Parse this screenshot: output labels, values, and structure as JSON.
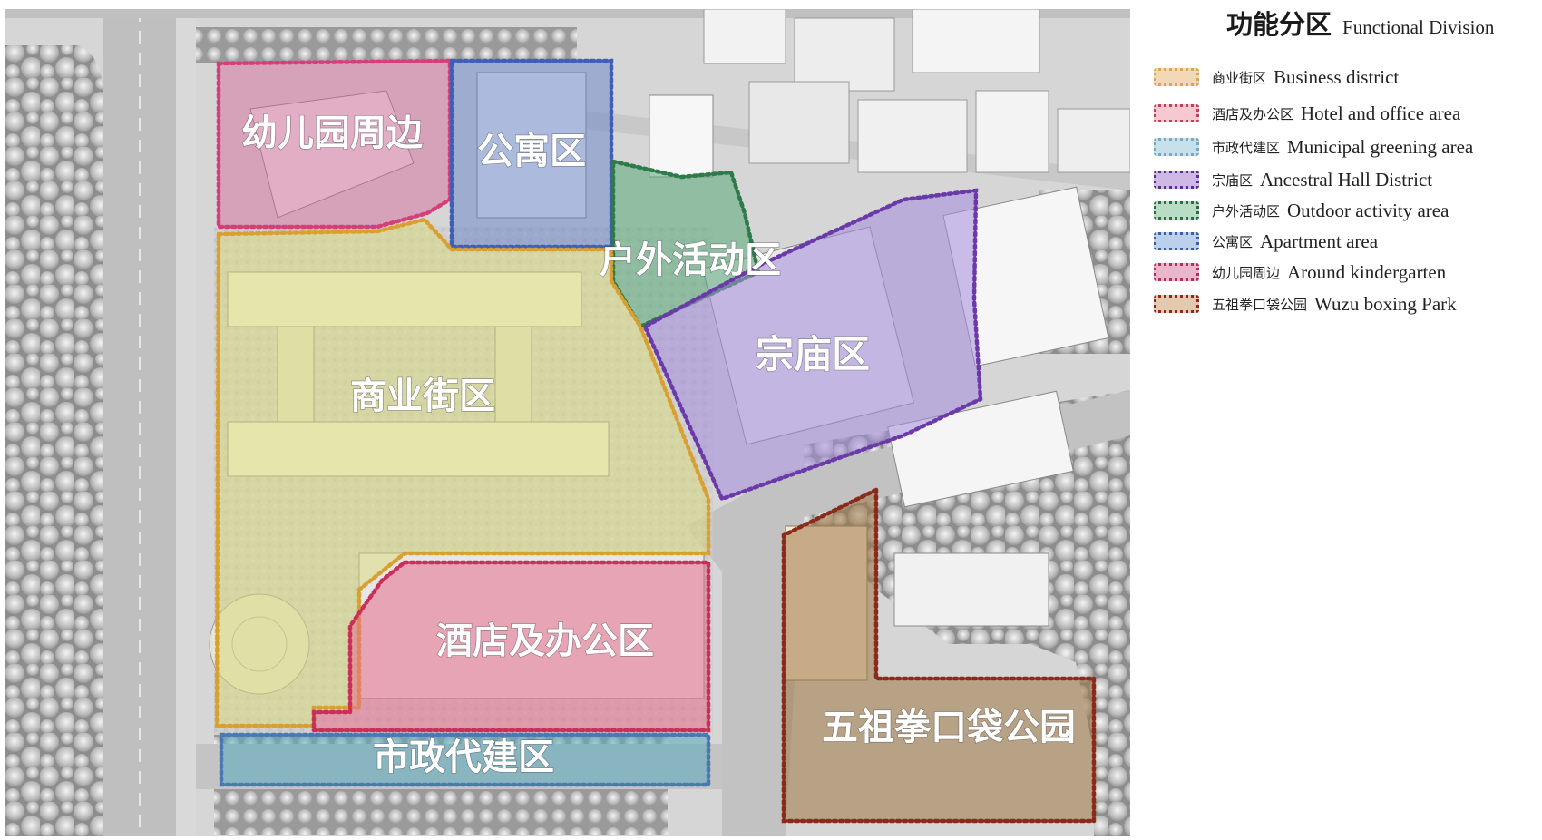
{
  "legend": {
    "title_zh": "功能分区",
    "title_en": "Functional Division",
    "items": [
      {
        "zh": "商业街区",
        "en": "Business district",
        "border": "#d9a55a",
        "fill": "#f1d9b8"
      },
      {
        "zh": "酒店及办公区",
        "en": "Hotel and office area",
        "border": "#c0405a",
        "fill": "#f6c9d2"
      },
      {
        "zh": "市政代建区",
        "en": "Municipal greening area",
        "border": "#78a9c0",
        "fill": "#c7e0ea"
      },
      {
        "zh": "宗庙区",
        "en": "Ancestral Hall District",
        "border": "#5a2f8a",
        "fill": "#cdb9e4"
      },
      {
        "zh": "户外活动区",
        "en": "Outdoor activity area",
        "border": "#2f6a45",
        "fill": "#b9dcc4"
      },
      {
        "zh": "公寓区",
        "en": "Apartment area",
        "border": "#3c5fa0",
        "fill": "#bcd0ec"
      },
      {
        "zh": "幼儿园周边",
        "en": "Around kindergarten",
        "border": "#b03060",
        "fill": "#eab6c9"
      },
      {
        "zh": "五祖拳口袋公园",
        "en": "Wuzu boxing Park",
        "border": "#8a2a1a",
        "fill": "#e2c9b0"
      }
    ]
  },
  "zones": {
    "kindergarten": "幼儿园周边",
    "apartment": "公寓区",
    "outdoor": "户外活动区",
    "ancestral": "宗庙区",
    "business": "商业街区",
    "hotel": "酒店及办公区",
    "municipal": "市政代建区",
    "park": "五祖拳口袋公园"
  },
  "colors": {
    "kindergarten": "#d43f7a",
    "apartment": "#3f5fb4",
    "outdoor": "#2f7a4a",
    "ancestral": "#6a3aa8",
    "business": "#d9a030",
    "hotel": "#c8305a",
    "municipal": "#4a78b0",
    "park": "#8a2a1a"
  }
}
